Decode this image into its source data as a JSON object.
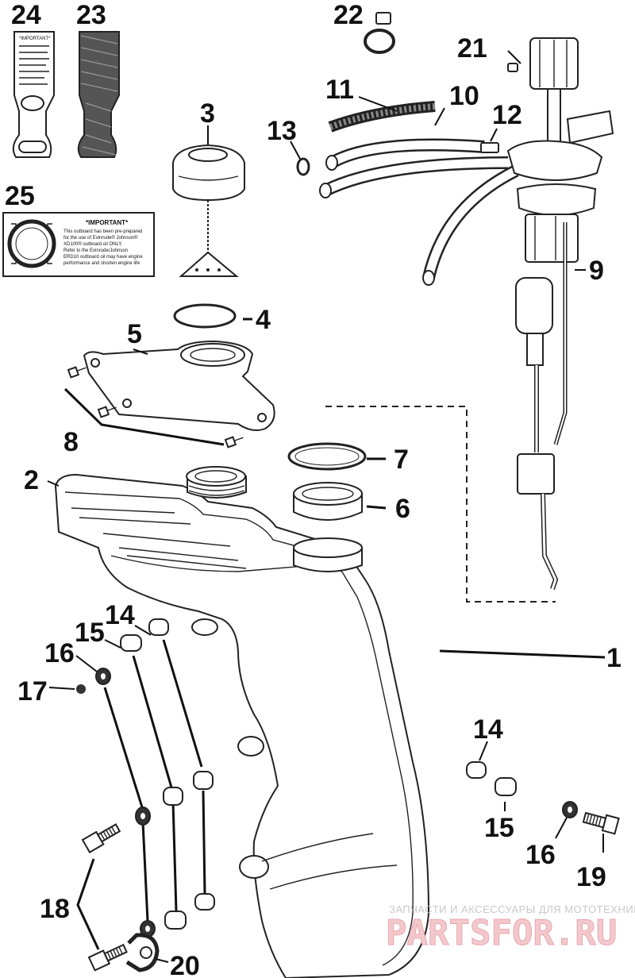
{
  "diagram": {
    "callouts": [
      "1",
      "2",
      "3",
      "4",
      "5",
      "6",
      "7",
      "8",
      "9",
      "10",
      "11",
      "12",
      "13",
      "14",
      "15",
      "16",
      "17",
      "18",
      "19",
      "20",
      "21",
      "22",
      "23",
      "24",
      "25"
    ],
    "callouts_lower_right": {
      "c14": "14",
      "c15": "15",
      "c16": "16"
    },
    "decal_25": {
      "heading": "*IMPORTANT*",
      "lines": [
        "This outboard has been pre-prepared",
        "for the use of Evinrude® Johnson®",
        "XD100® outboard oil ONLY.",
        "Refer to the Evinrude/Johnson",
        "ERD10 outboard oil may have engine",
        "performance and shorten engine life"
      ]
    },
    "decal_24": {
      "heading": "*IMPORTANT*"
    }
  },
  "watermark": {
    "tagline": "ЗАПЧАСТИ И АКСЕССУАРЫ ДЛЯ МОТОТЕХНИКИ",
    "brand": "PARTSFOR.RU"
  },
  "colors": {
    "line": "#222222",
    "watermark_brand": "#f3c8cc",
    "watermark_text": "#c9c9c9"
  }
}
